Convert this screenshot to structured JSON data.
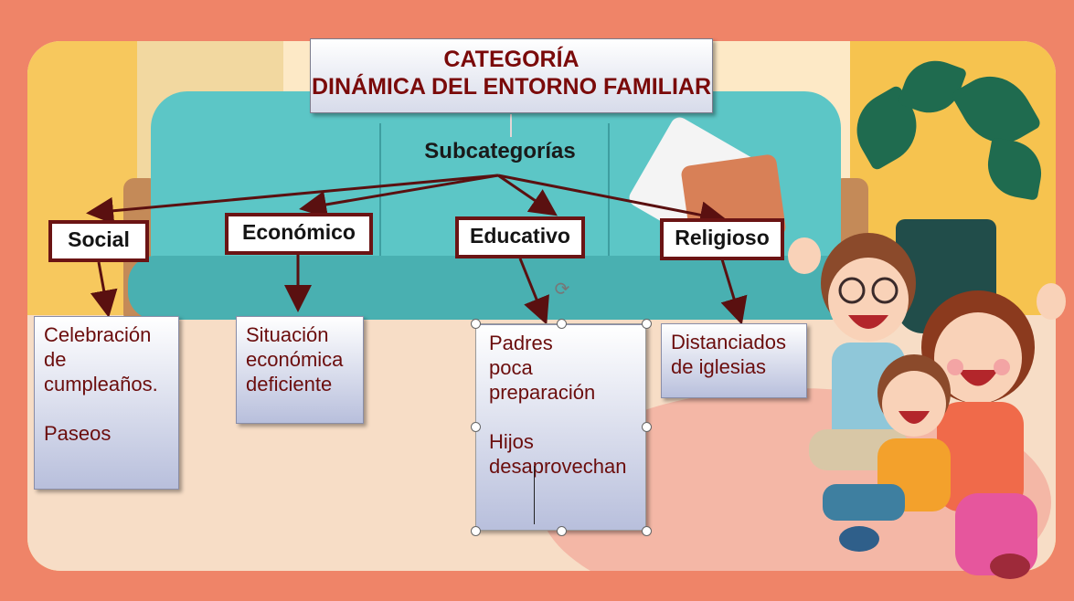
{
  "diagram": {
    "title_lines": [
      "CATEGORÍA",
      "DINÁMICA DEL ENTORNO FAMILIAR"
    ],
    "subheading": "Subcategorías",
    "categories": [
      {
        "label": "Social",
        "items_text": "Celebración\nde\ncumpleaños.\n\nPaseos"
      },
      {
        "label": "Económico",
        "items_text": "Situación\neconómica\ndeficiente"
      },
      {
        "label": "Educativo",
        "items_text": "Padres\npoca\npreparación\n\nHijos\ndesaprovechan"
      },
      {
        "label": "Religioso",
        "items_text": "Distanciados\nde iglesias"
      }
    ]
  },
  "colors": {
    "frame": "#ef8468",
    "title_text": "#7a0a0a",
    "category_border": "#6b1414",
    "arrow": "#5a1010",
    "sofa": "#5cc6c6"
  },
  "icons": [
    "rotate-handle-icon"
  ],
  "illustration": "cartoon-family-on-sofa"
}
